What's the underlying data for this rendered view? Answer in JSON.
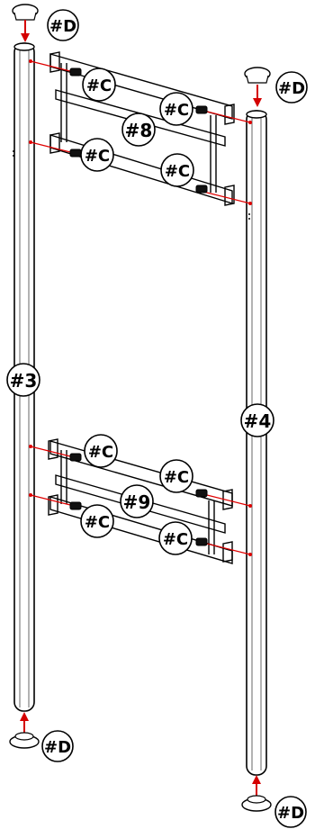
{
  "labels": {
    "post_left": "#3",
    "post_right": "#4",
    "frame_top": "#8",
    "frame_bottom": "#9",
    "screw": "#C",
    "foot": "#D"
  },
  "colors": {
    "line": "#000000",
    "screw_line": "#e00000",
    "arrow": "#d40000",
    "background": "#ffffff"
  }
}
